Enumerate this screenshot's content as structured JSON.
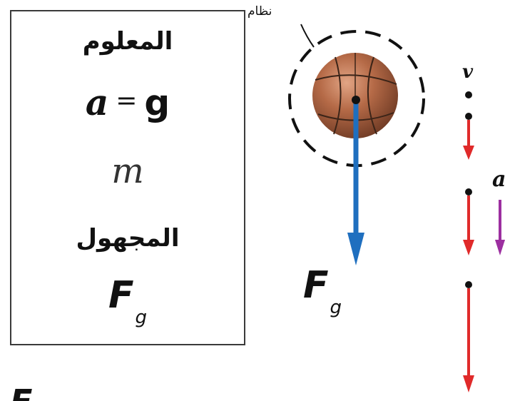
{
  "known_box": {
    "known_label": "المعلوم",
    "equation": {
      "lhs": "a",
      "sign": "=",
      "rhs": "g"
    },
    "mass_symbol": "m",
    "unknown_label": "المجهول",
    "force": {
      "symbol": "F",
      "subscript": "g"
    }
  },
  "ball_diagram": {
    "system_label": "نظام",
    "force": {
      "symbol": "F",
      "subscript": "g"
    }
  },
  "motion_diagram": {
    "velocity_label": "v",
    "acceleration_label": "a"
  },
  "cut_off_text": {
    "symbol": "F"
  },
  "colors": {
    "force_vector": "#1f6fbf",
    "velocity_vector": "#e02a2a",
    "acceleration_vector": "#9c2fa0",
    "box_border": "#3a3a3a"
  }
}
